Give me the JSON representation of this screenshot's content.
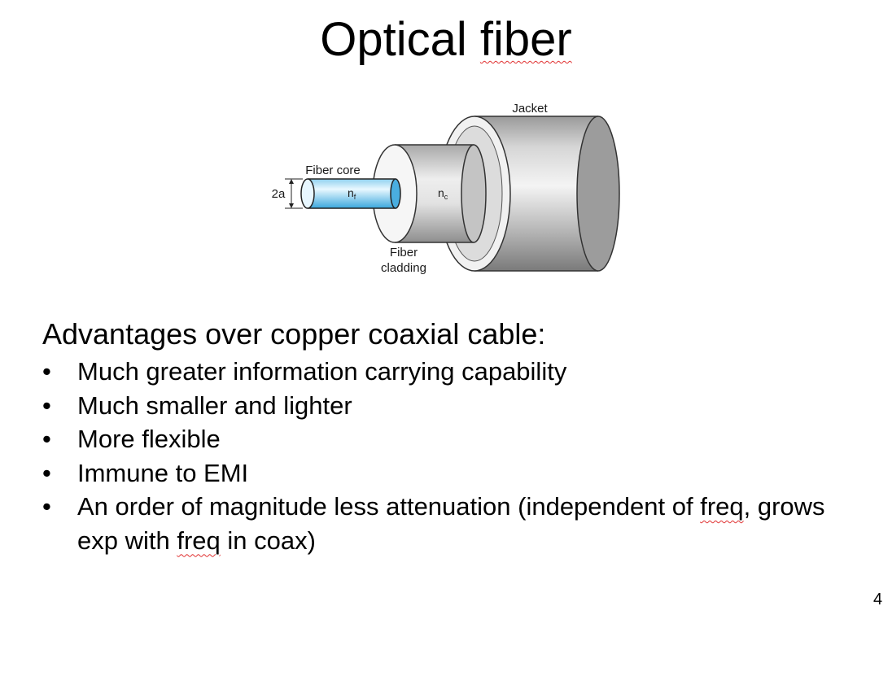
{
  "slide": {
    "title_main": "Optical ",
    "title_squiggle": "fiber",
    "page_number": "4"
  },
  "diagram": {
    "labels": {
      "jacket": "Jacket",
      "fiber_core": "Fiber core",
      "diameter": "2a",
      "core_index": "n",
      "core_index_sub": "f",
      "cladding_index": "n",
      "cladding_index_sub": "c",
      "cladding_line1": "Fiber",
      "cladding_line2": "cladding"
    }
  },
  "advantages": {
    "heading": "Advantages over copper coaxial cable:",
    "bullet_symbol": "•",
    "items": [
      {
        "text": "Much greater information carrying capability"
      },
      {
        "text": "Much smaller and lighter"
      },
      {
        "text": "More flexible"
      },
      {
        "text": "Immune to EMI"
      },
      {
        "text_before": "An order of magnitude less attenuation (independent of ",
        "squiggle1": "freq",
        "text_middle": ", grows exp with ",
        "squiggle2": "freq",
        "text_after": " in coax)"
      }
    ]
  }
}
